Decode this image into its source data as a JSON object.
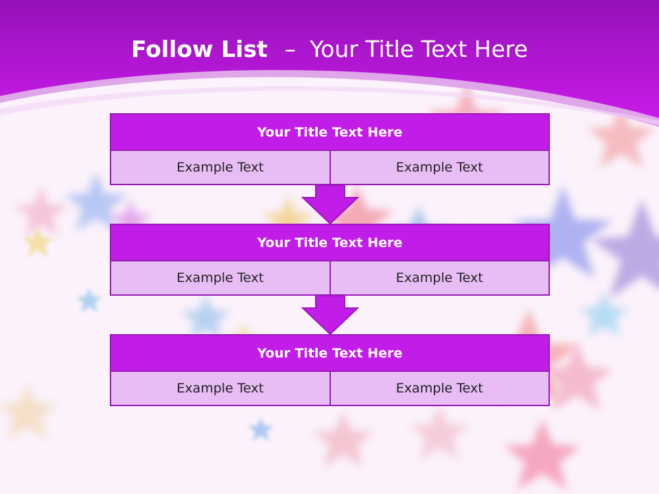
{
  "title": {
    "bold": "Follow List",
    "dash": "–",
    "rest": "Your Title Text Here"
  },
  "blocks": [
    {
      "header": "Your Title Text Here",
      "left": "Example Text",
      "right": "Example Text"
    },
    {
      "header": "Your Title Text Here",
      "left": "Example Text",
      "right": "Example Text"
    },
    {
      "header": "Your Title Text Here",
      "left": "Example Text",
      "right": "Example Text"
    }
  ],
  "colors": {
    "header_band": "#b012d9",
    "header_fill": "#c21ce8",
    "cell_fill": "#e8bdf5",
    "border": "#9a1ab8"
  }
}
